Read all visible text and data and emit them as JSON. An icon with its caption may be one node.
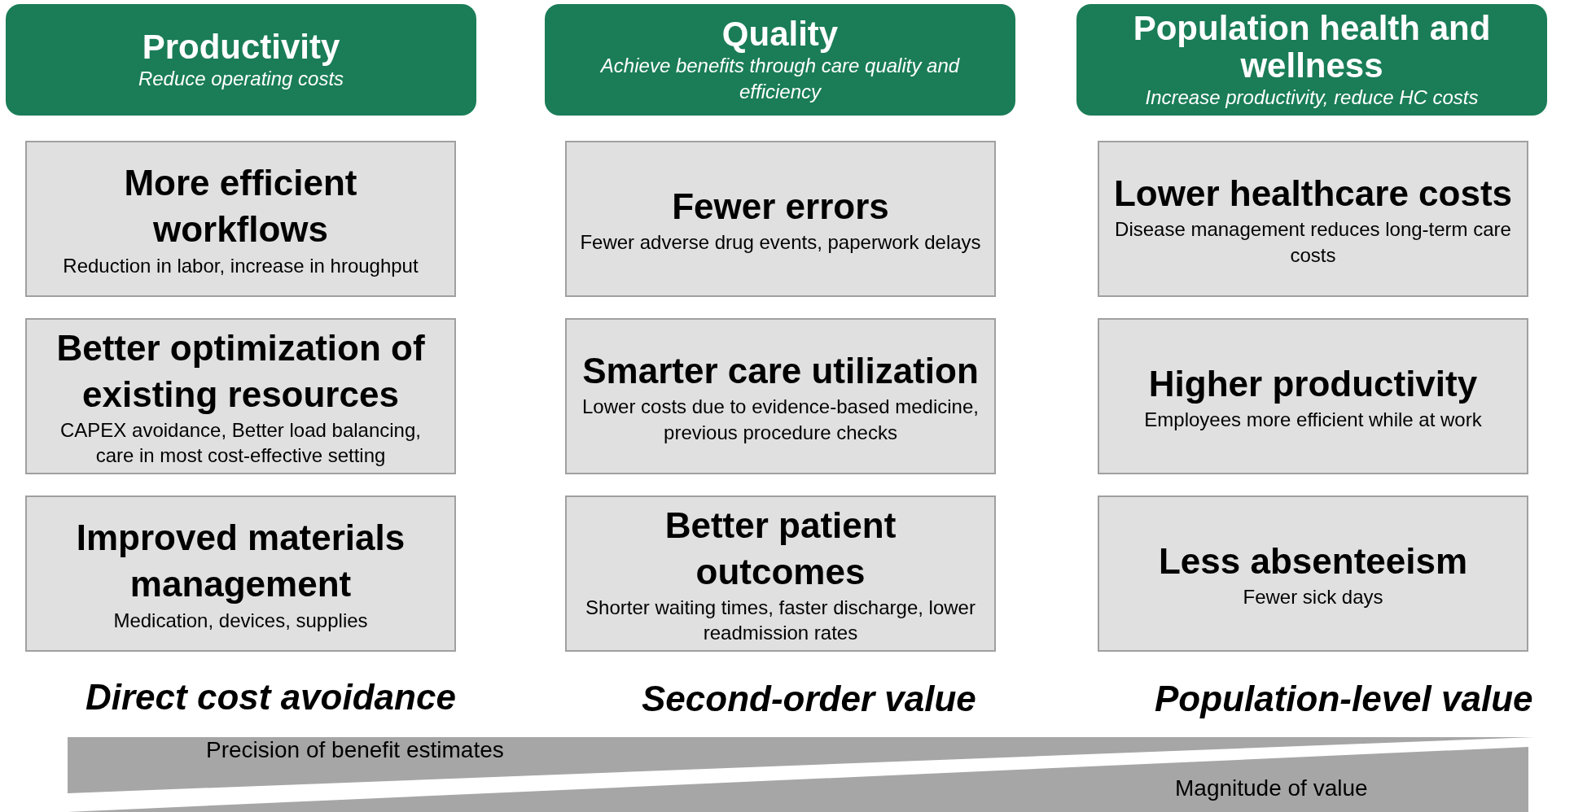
{
  "diagram": {
    "nodes": [
      {
        "text": [
          "Productivity",
          "Reduce operating costs"
        ]
      },
      {
        "text": [
          "Quality",
          "Achieve benefits through care quality and efficiency"
        ]
      },
      {
        "text": [
          "Population health and wellness",
          "Increase productivity, reduce HC costs"
        ]
      },
      {
        "text": [
          "More efficient workflows",
          "Reduction in labor, increase in hroughput"
        ]
      },
      {
        "text": [
          "Fewer errors",
          "Fewer adverse drug events, paperwork delays"
        ]
      },
      {
        "text": [
          "Lower healthcare costs",
          "Disease management reduces long-term care costs"
        ]
      },
      {
        "text": [
          "Better optimization of existing resources",
          "CAPEX avoidance, Better load balancing, care in most cost-effective setting"
        ]
      },
      {
        "text": [
          "Smarter care utilization",
          "Lower costs due to evidence-based medicine, previous procedure checks"
        ]
      },
      {
        "text": [
          "Higher productivity",
          "Employees more efficient while at work"
        ]
      },
      {
        "text": [
          "Improved materials management",
          "Medication, devices, supplies"
        ]
      },
      {
        "text": [
          "Better patient outcomes",
          "Shorter waiting times, faster discharge, lower readmission rates"
        ]
      },
      {
        "text": [
          "Less absenteeism",
          "Fewer sick days"
        ]
      }
    ],
    "labels": [
      "Direct cost avoidance",
      "Second-order value",
      "Population-level value",
      "Precision of benefit estimates",
      "Magnitude of value"
    ]
  }
}
